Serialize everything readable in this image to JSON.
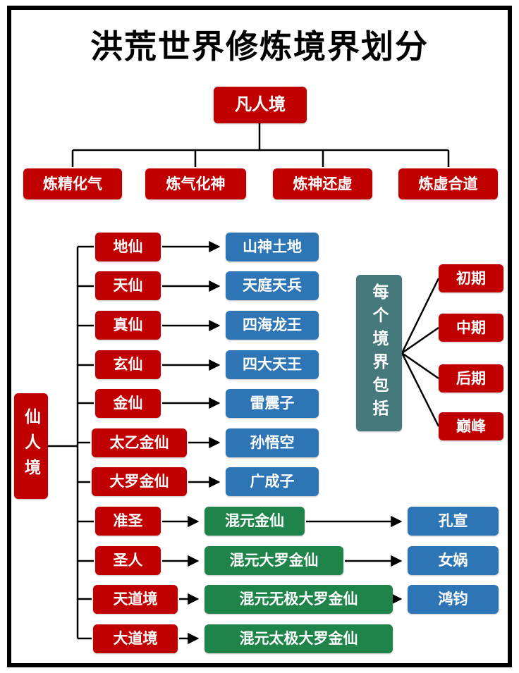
{
  "title": "洪荒世界修炼境界划分",
  "colors": {
    "red": "#C00000",
    "blue": "#2E75B6",
    "green": "#1E8449",
    "teal": "#45797B",
    "line": "#000000",
    "text": "#FFFFFF"
  },
  "mortal": {
    "root": "凡人境",
    "stages": [
      "炼精化气",
      "炼气化神",
      "炼神还虚",
      "炼虚合道"
    ]
  },
  "immortal": {
    "group_label": "仙人境",
    "rows": [
      {
        "realm": "地仙",
        "example": "山神土地"
      },
      {
        "realm": "天仙",
        "example": "天庭天兵"
      },
      {
        "realm": "真仙",
        "example": "四海龙王"
      },
      {
        "realm": "玄仙",
        "example": "四大天王"
      },
      {
        "realm": "金仙",
        "example": "雷震子"
      },
      {
        "realm": "太乙金仙",
        "example": "孙悟空"
      },
      {
        "realm": "大罗金仙",
        "example": "广成子"
      },
      {
        "realm": "准圣",
        "advanced": "混元金仙",
        "example": "孔宣"
      },
      {
        "realm": "圣人",
        "advanced": "混元大罗金仙",
        "example": "女娲"
      },
      {
        "realm": "天道境",
        "advanced": "混元无极大罗金仙",
        "example": "鸿钧"
      },
      {
        "realm": "大道境",
        "advanced": "混元太极大罗金仙"
      }
    ]
  },
  "phases": {
    "group_label": "每个境界包括",
    "items": [
      "初期",
      "中期",
      "后期",
      "巅峰"
    ]
  }
}
